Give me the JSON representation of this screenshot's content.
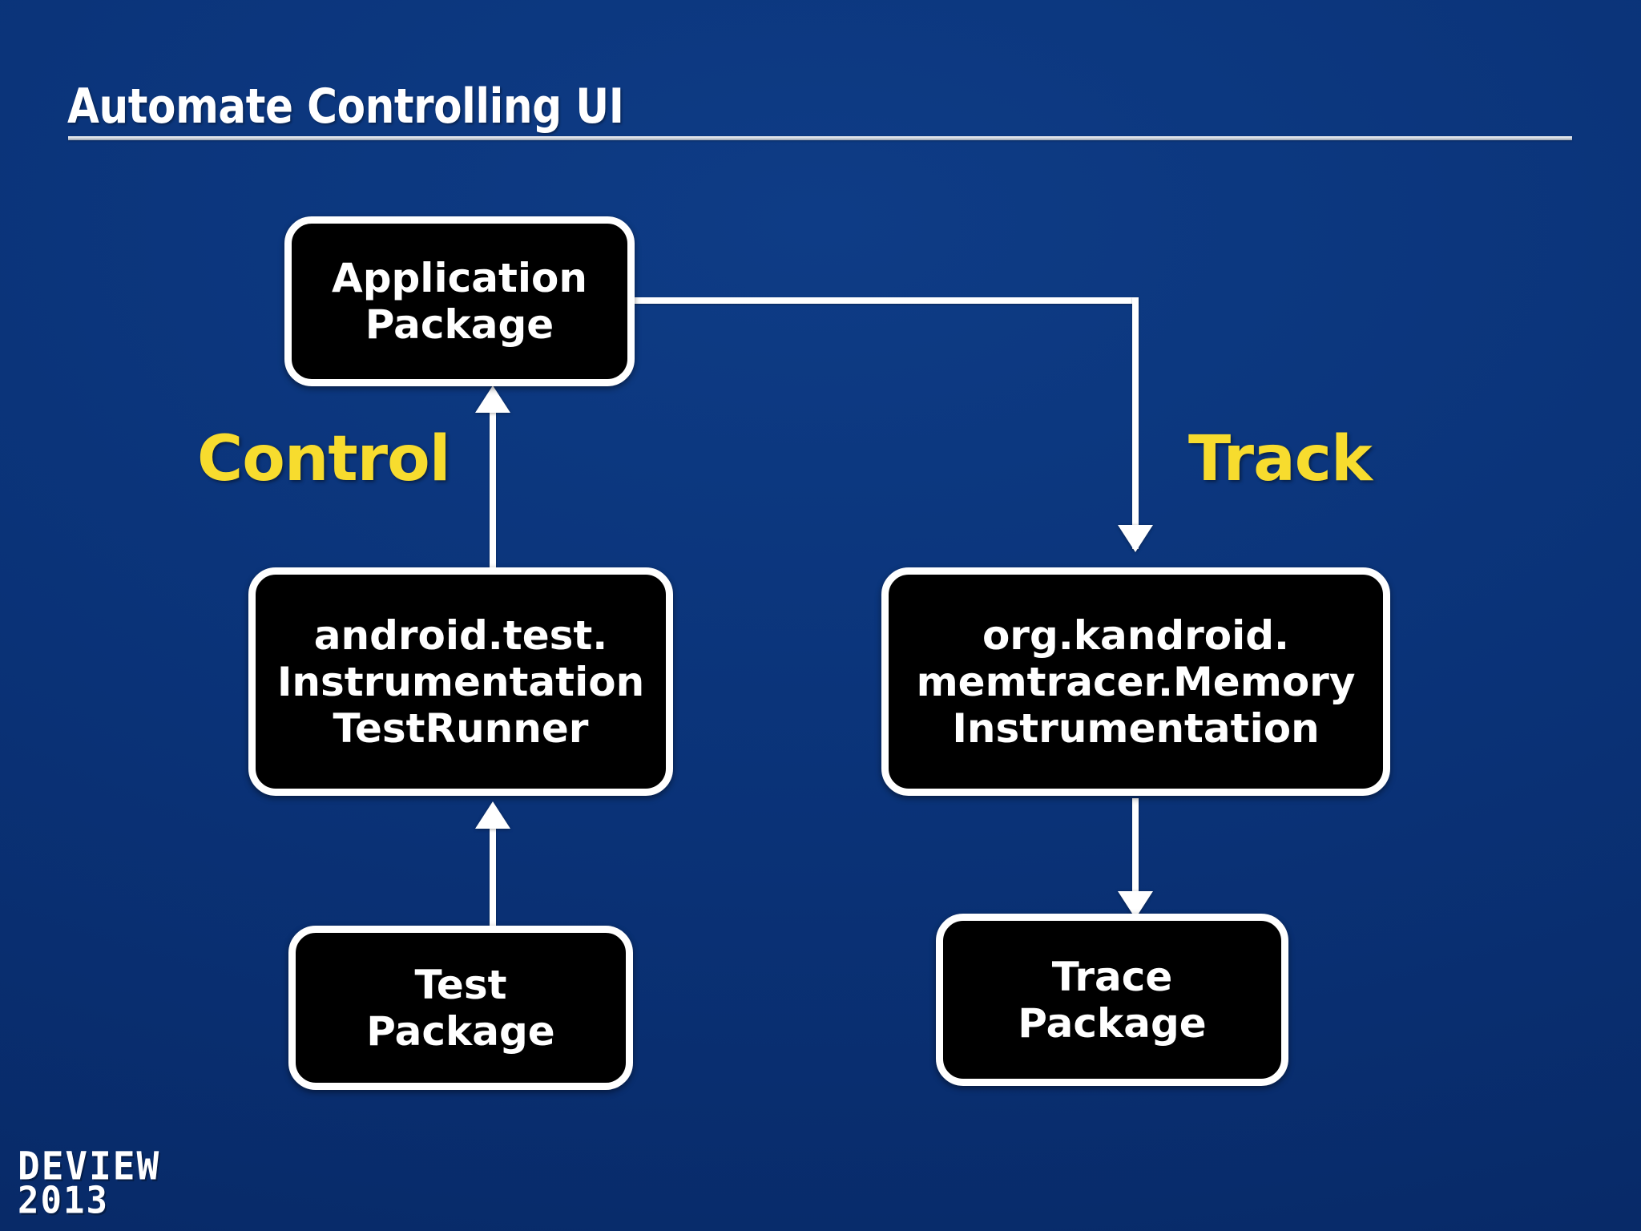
{
  "slide": {
    "title": "Automate Controlling UI",
    "background_color": "#0a3277",
    "accent_color": "#f7dc2e",
    "node_fill_color": "#000000",
    "node_border_color": "#ffffff"
  },
  "nodes": {
    "application_package": {
      "line1": "Application",
      "line2": "Package"
    },
    "test_runner": {
      "line1": "android.test.",
      "line2": "Instrumentation",
      "line3": "TestRunner"
    },
    "memory_instrumentation": {
      "line1": "org.kandroid.",
      "line2": "memtracer.Memory",
      "line3": "Instrumentation"
    },
    "test_package": {
      "line1": "Test",
      "line2": "Package"
    },
    "trace_package": {
      "line1": "Trace",
      "line2": "Package"
    }
  },
  "edge_labels": {
    "control": "Control",
    "track": "Track"
  },
  "footer": {
    "logo_name": "DEVIEW",
    "logo_year": "2013"
  }
}
